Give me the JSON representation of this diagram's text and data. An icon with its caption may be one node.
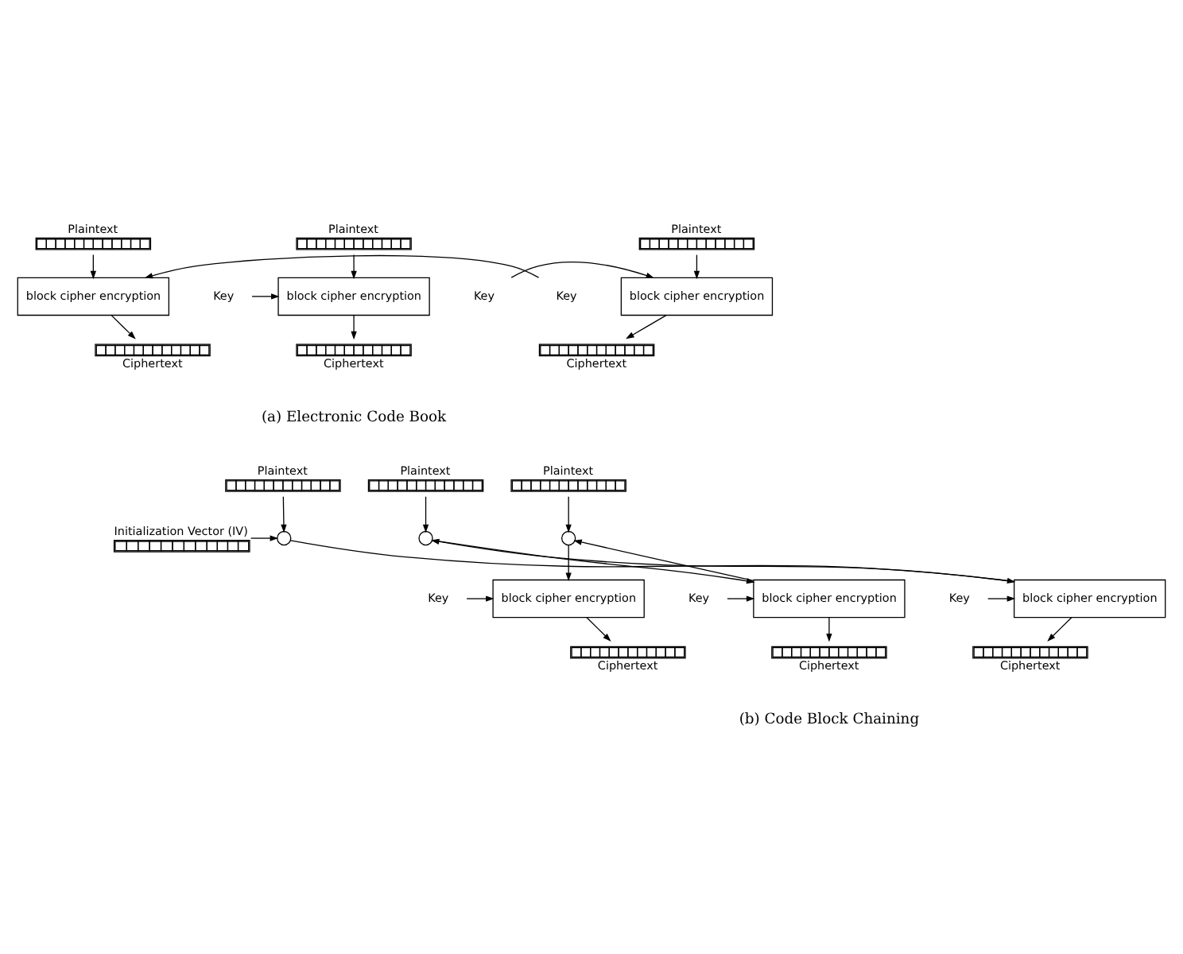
{
  "diagram": {
    "nodes": [
      {
        "text": [
          "Plaintext"
        ]
      },
      {
        "text": [
          "Key"
        ]
      },
      {
        "text": [
          "block cipher encryption"
        ]
      },
      {
        "text": [
          "Ciphertext"
        ]
      },
      {
        "text": [
          "Plaintext"
        ]
      },
      {
        "text": [
          "Key"
        ]
      },
      {
        "text": [
          "block cipher encryption"
        ]
      },
      {
        "text": [
          "Ciphertext"
        ]
      },
      {
        "text": [
          "Plaintext"
        ]
      },
      {
        "text": [
          "Key"
        ]
      },
      {
        "text": [
          "block cipher encryption"
        ]
      },
      {
        "text": [
          "Ciphertext"
        ]
      },
      {
        "text": [
          "Plaintext"
        ]
      },
      {
        "text": [
          "Initialization Vector (IV)"
        ]
      },
      {
        "text": [],
        "shape": "circle"
      },
      {
        "text": [
          "Key"
        ]
      },
      {
        "text": [
          "block cipher encryption"
        ]
      },
      {
        "text": [
          "Ciphertext"
        ]
      },
      {
        "text": [
          "Plaintext"
        ]
      },
      {
        "text": [],
        "shape": "circle"
      },
      {
        "text": [
          "Key"
        ]
      },
      {
        "text": [
          "block cipher encryption"
        ]
      },
      {
        "text": [
          "Ciphertext"
        ]
      },
      {
        "text": [
          "Plaintext"
        ]
      },
      {
        "text": [],
        "shape": "circle"
      },
      {
        "text": [
          "Key"
        ]
      },
      {
        "text": [
          "block cipher encryption"
        ]
      },
      {
        "text": [
          "Ciphertext"
        ]
      }
    ],
    "edges": [
      {
        "from": 0,
        "to": 2,
        "arrow": "to"
      },
      {
        "from": 1,
        "to": 2,
        "arrow": "to"
      },
      {
        "from": 2,
        "to": 3,
        "arrow": "to"
      },
      {
        "from": 4,
        "to": 6,
        "arrow": "to"
      },
      {
        "from": 5,
        "to": 6,
        "arrow": "to"
      },
      {
        "from": 6,
        "to": 7,
        "arrow": "to"
      },
      {
        "from": 8,
        "to": 10,
        "arrow": "to"
      },
      {
        "from": 9,
        "to": 10,
        "arrow": "to"
      },
      {
        "from": 10,
        "to": 11,
        "arrow": "to"
      },
      {
        "from": 12,
        "to": 14,
        "arrow": "to"
      },
      {
        "from": 13,
        "to": 14,
        "arrow": "to"
      },
      {
        "from": 14,
        "to": 16,
        "arrow": "to"
      },
      {
        "from": 15,
        "to": 16,
        "arrow": "to"
      },
      {
        "from": 16,
        "to": 17,
        "arrow": "to"
      },
      {
        "from": 16,
        "to": 19,
        "arrow": "to"
      },
      {
        "from": 18,
        "to": 19,
        "arrow": "to"
      },
      {
        "from": 19,
        "to": 21,
        "arrow": "to"
      },
      {
        "from": 20,
        "to": 21,
        "arrow": "to"
      },
      {
        "from": 21,
        "to": 22,
        "arrow": "to"
      },
      {
        "from": 21,
        "to": 24,
        "arrow": "to"
      },
      {
        "from": 23,
        "to": 24,
        "arrow": "to"
      },
      {
        "from": 24,
        "to": 26,
        "arrow": "to"
      },
      {
        "from": 25,
        "to": 26,
        "arrow": "to"
      },
      {
        "from": 26,
        "to": 27,
        "arrow": "to"
      }
    ],
    "labels": [
      "(a) Electronic Code Book",
      "(b) Code Block Chaining"
    ]
  }
}
